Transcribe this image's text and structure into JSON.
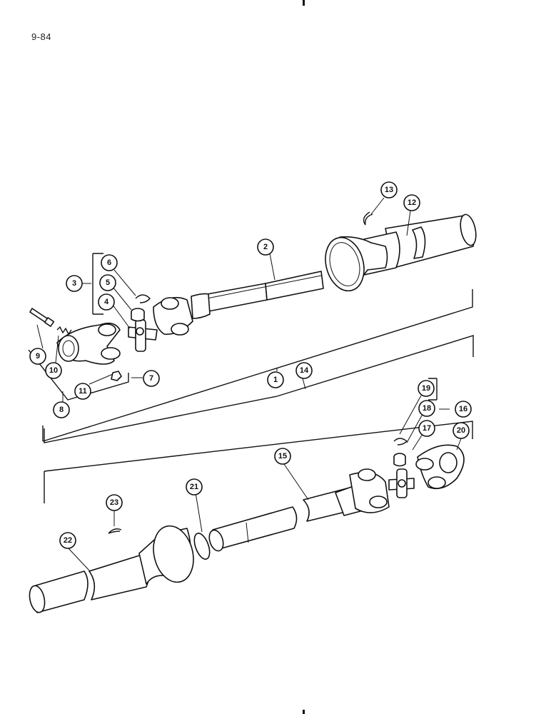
{
  "page_number": "9-84",
  "callouts": [
    {
      "id": "c1",
      "label": "1"
    },
    {
      "id": "c2",
      "label": "2"
    },
    {
      "id": "c3",
      "label": "3"
    },
    {
      "id": "c4",
      "label": "4"
    },
    {
      "id": "c5",
      "label": "5"
    },
    {
      "id": "c6",
      "label": "6"
    },
    {
      "id": "c7",
      "label": "7"
    },
    {
      "id": "c8",
      "label": "8"
    },
    {
      "id": "c9",
      "label": "9"
    },
    {
      "id": "c10",
      "label": "10"
    },
    {
      "id": "c11",
      "label": "11"
    },
    {
      "id": "c12",
      "label": "12"
    },
    {
      "id": "c13",
      "label": "13"
    },
    {
      "id": "c14",
      "label": "14"
    },
    {
      "id": "c15",
      "label": "15"
    },
    {
      "id": "c16",
      "label": "16"
    },
    {
      "id": "c17",
      "label": "17"
    },
    {
      "id": "c18",
      "label": "18"
    },
    {
      "id": "c19",
      "label": "19"
    },
    {
      "id": "c20",
      "label": "20"
    },
    {
      "id": "c21",
      "label": "21"
    },
    {
      "id": "c22",
      "label": "22"
    },
    {
      "id": "c23",
      "label": "23"
    }
  ]
}
